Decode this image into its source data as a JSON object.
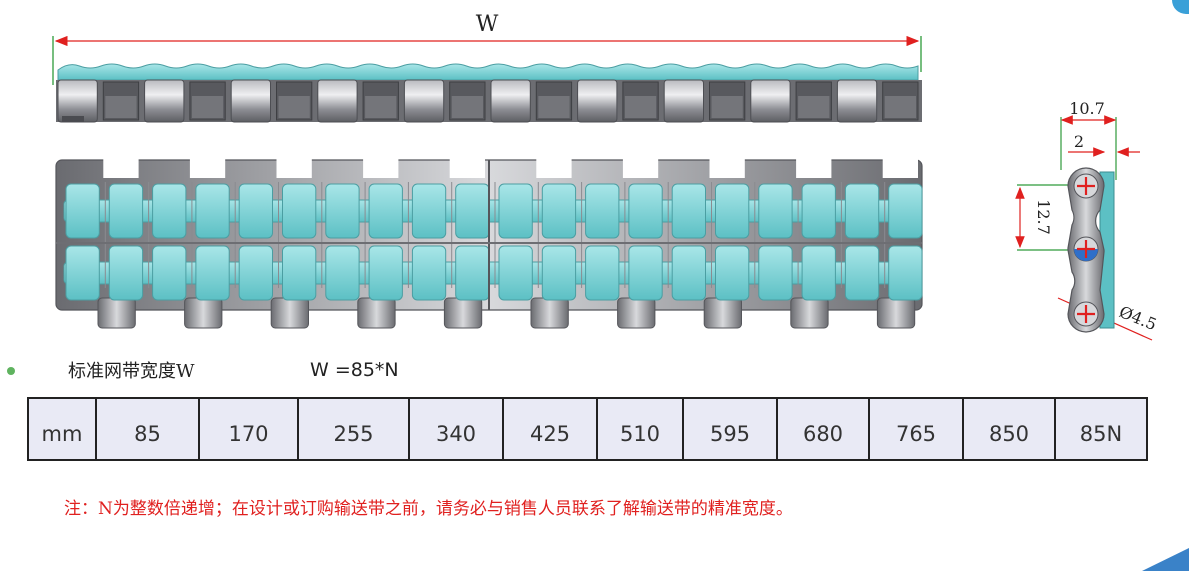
{
  "diagram": {
    "width_symbol": "W",
    "side_view": {
      "dim_top": "10.7",
      "dim_inner": "2",
      "dim_pitch": "12.7",
      "dim_hole": "Ø4.5"
    }
  },
  "spec": {
    "label": "标准网带宽度W",
    "formula": "W =85*N"
  },
  "width_table": {
    "unit": "mm",
    "values": [
      "85",
      "170",
      "255",
      "340",
      "425",
      "510",
      "595",
      "680",
      "765",
      "850",
      "85N"
    ]
  },
  "note": "注：N为整数倍递增；在设计或订购输送带之前，请务必与销售人员联系了解输送带的精准宽度。",
  "colors": {
    "belt_teal": "#7fd3d6",
    "belt_gray": "#8c8d92",
    "dimension_red": "#e0201f",
    "dimension_green": "#2e9a3a",
    "note_red": "#e0201f",
    "table_fill": "#e9eaf5"
  }
}
